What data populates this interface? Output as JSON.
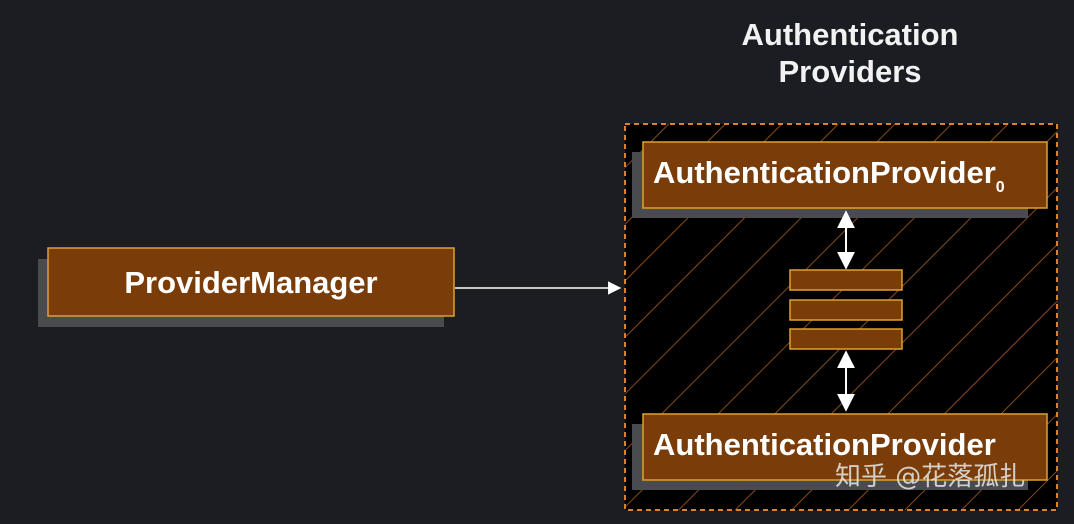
{
  "group": {
    "title_line1": "Authentication",
    "title_line2": "Providers"
  },
  "nodes": {
    "provider_manager": "ProviderManager",
    "provider_first": "AuthenticationProvider",
    "provider_first_subscript": "0",
    "provider_last": "AuthenticationProvider"
  },
  "watermark": "知乎 @花落孤扎",
  "colors": {
    "background": "#1b1d22",
    "node_fill": "#7a3d09",
    "node_border": "#e0a030",
    "shadow": "#4a4b4f",
    "group_border": "#d7832d",
    "hatch": "#8a4a1a",
    "arrow": "#ffffff"
  }
}
